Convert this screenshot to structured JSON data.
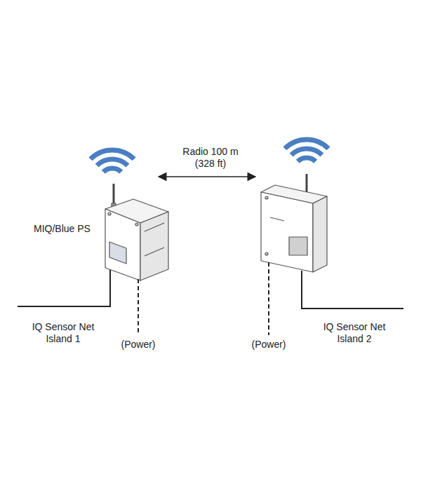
{
  "diagram": {
    "labels": [
      "Radio 100 m (328 ft)",
      "MIQ/Blue PS",
      "IQ Sensor Net Island 1",
      "(Power)",
      "(Power)",
      "IQ Sensor Net Island 2"
    ]
  }
}
